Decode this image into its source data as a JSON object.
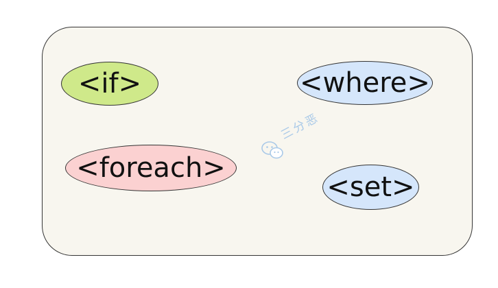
{
  "diagram": {
    "panel_color": "#f8f6ef",
    "border_color": "#333333",
    "tags": [
      {
        "label": "<if>",
        "fill": "#cfe98a"
      },
      {
        "label": "<where>",
        "fill": "#d5e6fb"
      },
      {
        "label": "<foreach>",
        "fill": "#fbd1d1"
      },
      {
        "label": "<set>",
        "fill": "#d5e6fb"
      }
    ]
  },
  "watermark": {
    "text": "三分恶",
    "icon": "wechat-icon",
    "color": "#a9c9e8"
  }
}
